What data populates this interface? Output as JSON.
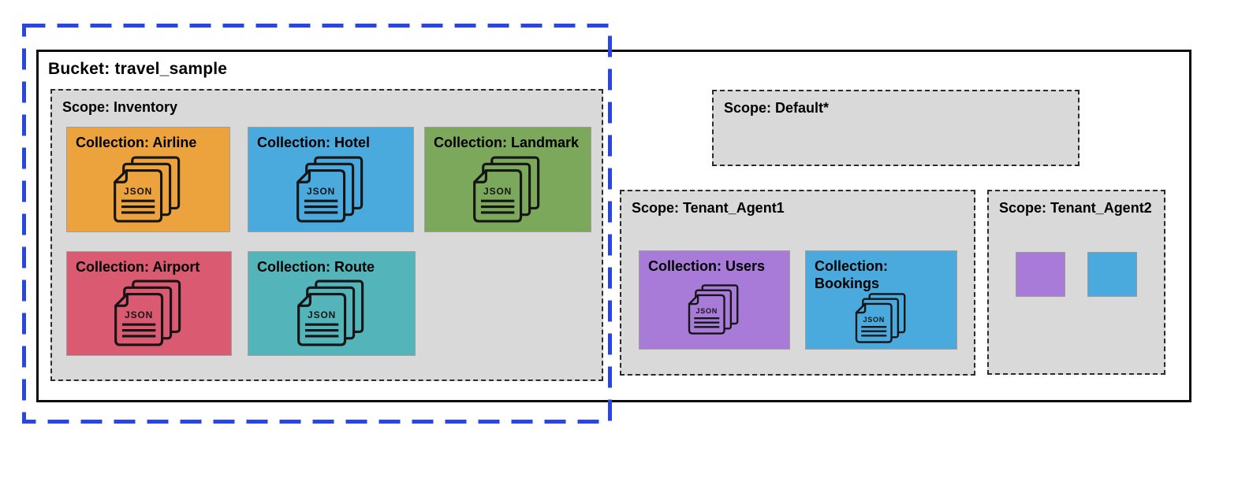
{
  "bucket": {
    "title": "Bucket: travel_sample"
  },
  "colors": {
    "highlight_frame_blue": "#2847E0",
    "scope_background": "#D9D9D9",
    "airline_orange": "#ECA33E",
    "hotel_blue": "#4AAADE",
    "landmark_green": "#7BA85A",
    "airport_red": "#DA5A72",
    "route_teal": "#53B4BA",
    "users_purple": "#A87BD8",
    "bookings_blue": "#4AAADE"
  },
  "icon_labels": {
    "json": "JSON"
  },
  "scopes": {
    "inventory": {
      "label": "Scope: Inventory",
      "collections": [
        {
          "label": "Collection: Airline",
          "color": "#ECA33E",
          "icon": "json-document-stack"
        },
        {
          "label": "Collection: Hotel",
          "color": "#4AAADE",
          "icon": "json-document-stack"
        },
        {
          "label": "Collection: Landmark",
          "color": "#7BA85A",
          "icon": "json-document-stack"
        },
        {
          "label": "Collection: Airport",
          "color": "#DA5A72",
          "icon": "json-document-stack"
        },
        {
          "label": "Collection: Route",
          "color": "#53B4BA",
          "icon": "json-document-stack"
        }
      ]
    },
    "default_scope": {
      "label": "Scope: Default*",
      "collections": []
    },
    "tenant_agent1": {
      "label": "Scope: Tenant_Agent1",
      "collections": [
        {
          "label": "Collection: Users",
          "color": "#A87BD8",
          "icon": "json-document-stack"
        },
        {
          "label": "Collection: Bookings",
          "color": "#4AAADE",
          "icon": "json-document-stack"
        }
      ]
    },
    "tenant_agent2": {
      "label": "Scope: Tenant_Agent2",
      "swatches": [
        {
          "color": "#A87BD8"
        },
        {
          "color": "#4AAADE"
        }
      ]
    }
  }
}
